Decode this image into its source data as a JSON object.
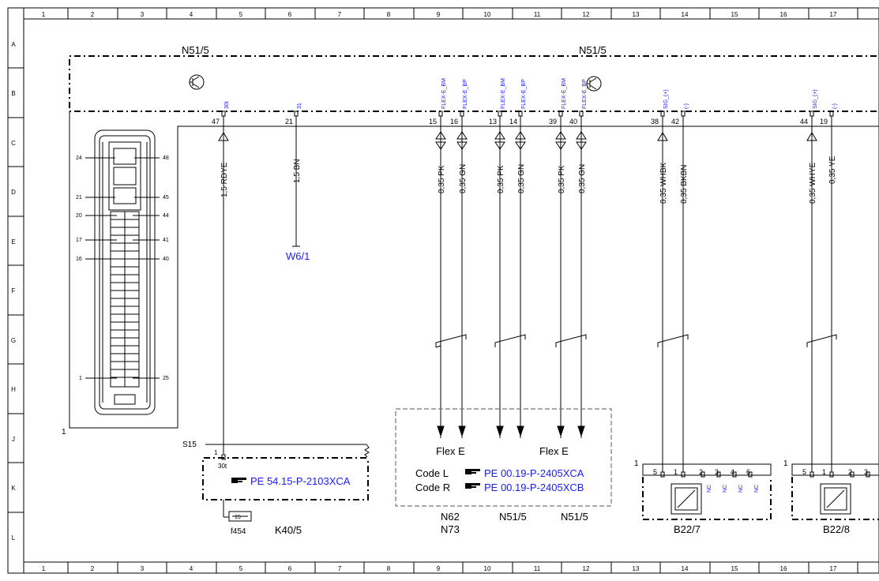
{
  "border": {
    "columns": [
      "1",
      "2",
      "3",
      "4",
      "5",
      "6",
      "7",
      "8",
      "9",
      "10",
      "11",
      "12",
      "13",
      "14",
      "15",
      "16",
      "17"
    ],
    "rows": [
      "A",
      "B",
      "C",
      "D",
      "E",
      "F",
      "G",
      "H",
      "J",
      "K",
      "L"
    ]
  },
  "module": {
    "label_left": "N51/5",
    "label_right": "N51/5",
    "connector_number": "1",
    "connector_pins": [
      "24",
      "48",
      "21",
      "45",
      "20",
      "44",
      "17",
      "41",
      "16",
      "40",
      "1",
      "25"
    ]
  },
  "pins": [
    {
      "name": "30t",
      "pin": "47",
      "wire": "1,5 RDYE"
    },
    {
      "name": "31",
      "pin": "21",
      "wire": "1,5 BN"
    },
    {
      "name": "FLEX-E_BM",
      "pin": "15",
      "wire": "0,35 PK"
    },
    {
      "name": "FLEX-E_BP",
      "pin": "16",
      "wire": "0,35 GN"
    },
    {
      "name": "FLEX-E_BM",
      "pin": "13",
      "wire": "0,35 PK"
    },
    {
      "name": "FLEX-E_BP",
      "pin": "14",
      "wire": "0,35 GN"
    },
    {
      "name": "FLEX-E_BM",
      "pin": "39",
      "wire": "0,35 PK"
    },
    {
      "name": "FLEX-E_BP",
      "pin": "40",
      "wire": "0,35 GN"
    },
    {
      "name": "SIG_(+)",
      "pin": "38",
      "wire": "0,35 WHBK"
    },
    {
      "name": "(-)",
      "pin": "42",
      "wire": "0,35 BKBN"
    },
    {
      "name": "SIG_(+)",
      "pin": "44",
      "wire": "0,35 WHYE"
    },
    {
      "name": "(-)",
      "pin": "19",
      "wire": "0,35 YE"
    }
  ],
  "ground": {
    "label": "W6/1"
  },
  "s15": {
    "label": "S15",
    "pin": "1",
    "terminal": "30t",
    "reference": "PE 54.15-P-2103XCA",
    "fuse_value": "15",
    "fuse_label": "f454",
    "relay_label": "K40/5"
  },
  "flexray": {
    "label_left": "Flex E",
    "label_right": "Flex E",
    "code_l": "Code L",
    "code_r": "Code R",
    "ref_l": "PE 00.19-P-2405XCA",
    "ref_r": "PE 00.19-P-2405XCB",
    "bottom_labels": [
      "N62",
      "N73",
      "N51/5",
      "N51/5"
    ]
  },
  "sensor1": {
    "label": "B22/7",
    "connector_number": "1",
    "pins": [
      "5",
      "1",
      "2",
      "3",
      "4",
      "6"
    ],
    "nc": [
      "NC",
      "NC",
      "NC",
      "NC"
    ]
  },
  "sensor2": {
    "label": "B22/8",
    "connector_number": "1",
    "pins": [
      "5",
      "1",
      "2",
      "3"
    ]
  }
}
